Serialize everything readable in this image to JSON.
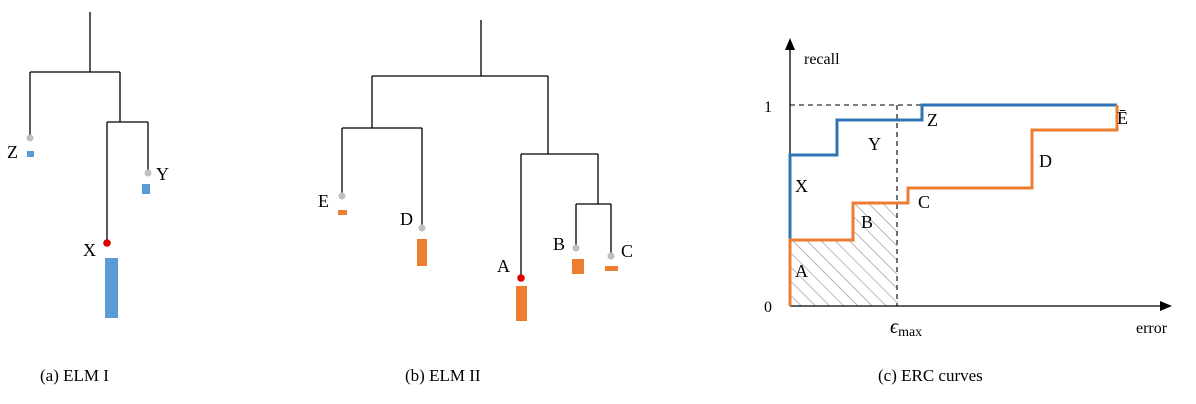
{
  "colors": {
    "elm1": "#5b9bd5",
    "elm2": "#ed7d31",
    "erc_blue": "#2e75b6",
    "erc_orange": "#ed7d31",
    "leaf_grey": "#bfbfbf",
    "leaf_red": "#e00000"
  },
  "panel_a": {
    "caption": "(a) ELM I",
    "labels": {
      "z": "Z",
      "y": "Y",
      "x": "X"
    }
  },
  "panel_b": {
    "caption": "(b) ELM  II",
    "labels": {
      "e": "E",
      "d": "D",
      "a": "A",
      "b": "B",
      "c": "C"
    }
  },
  "panel_c": {
    "caption": "(c) ERC curves",
    "y_axis_label": "recall",
    "x_axis_label": "error",
    "tick_one": "1",
    "tick_zero": "0",
    "eps_symbol": "ϵ",
    "eps_subscript": "max",
    "step_labels": {
      "x": "X",
      "y": "Y",
      "z": "Z",
      "a": "A",
      "b": "B",
      "c": "C",
      "d": "D",
      "e": "Ē"
    }
  }
}
